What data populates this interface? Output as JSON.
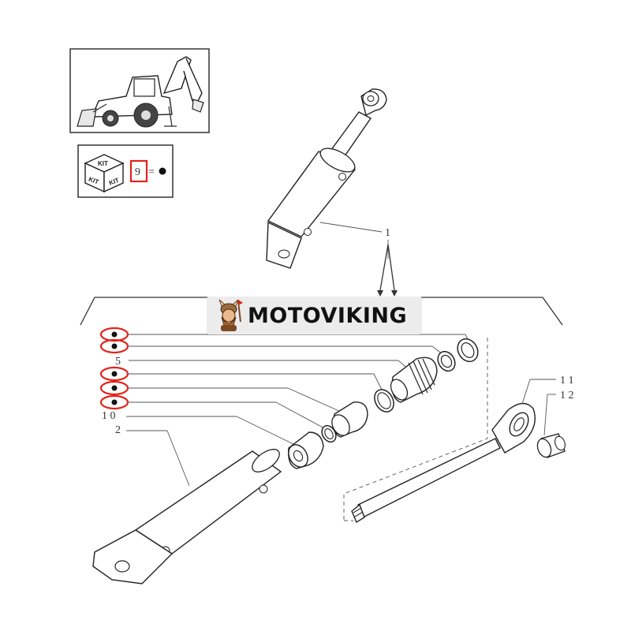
{
  "brand": {
    "name": "MOTOVIKING"
  },
  "kit_legend": {
    "box_label": "KIT",
    "number": "9",
    "equals": "="
  },
  "callouts": {
    "n1": "1",
    "n5": "5",
    "n10": "1 0",
    "n2": "2",
    "n11": "1 1",
    "n12": "1 2"
  },
  "colors": {
    "highlight": "#e2231a",
    "line": "#333333",
    "brand_bg": "#ececec"
  }
}
